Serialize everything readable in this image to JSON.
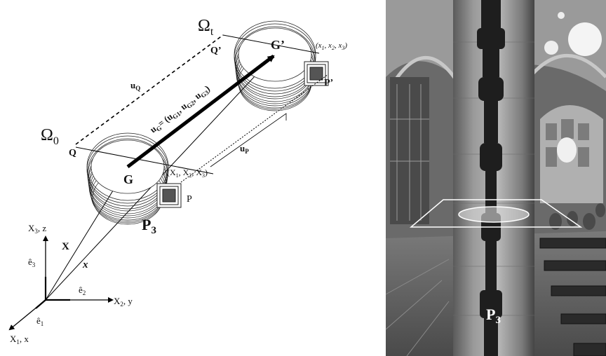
{
  "diagram": {
    "omega_t": "Ω",
    "omega_t_sub": "t",
    "omega_0": "Ω",
    "omega_0_sub": "0",
    "G_prime": "G’",
    "G": "G",
    "Q_prime": "Q’",
    "P_prime": "P’",
    "Q": "Q",
    "P": "P",
    "x_coords": "(x",
    "X_coords": "(X",
    "uQ": "u",
    "uQ_sub": "Q",
    "uP": "u",
    "uP_sub": "P",
    "uG_eq": "u",
    "uG_eq_rest": "= (u",
    "uG_eq_tail": ", u",
    "uG_eq_end": ", u",
    "uG_sub_G": "G",
    "uG_sub_G1": "G1",
    "uG_sub_G2": "G2",
    "uG_sub_G3": "G3",
    "big_X": "X",
    "small_x": "x",
    "P3_left": "P",
    "P3_left_sub": "3",
    "axis_x3": "X",
    "axis_x3_rest": "3",
    "axis_x3_tail": ", z",
    "axis_x2": "X",
    "axis_x2_rest": "2",
    "axis_x2_tail": ", y",
    "axis_x1": "X",
    "axis_x1_rest": "1",
    "axis_x1_tail": ", x",
    "e3": "ê",
    "e3_sub": "3",
    "e2": "ê",
    "e2_sub": "2",
    "e1": "ê",
    "e1_sub": "1"
  },
  "photo": {
    "label": "P",
    "label_sub": "3"
  }
}
